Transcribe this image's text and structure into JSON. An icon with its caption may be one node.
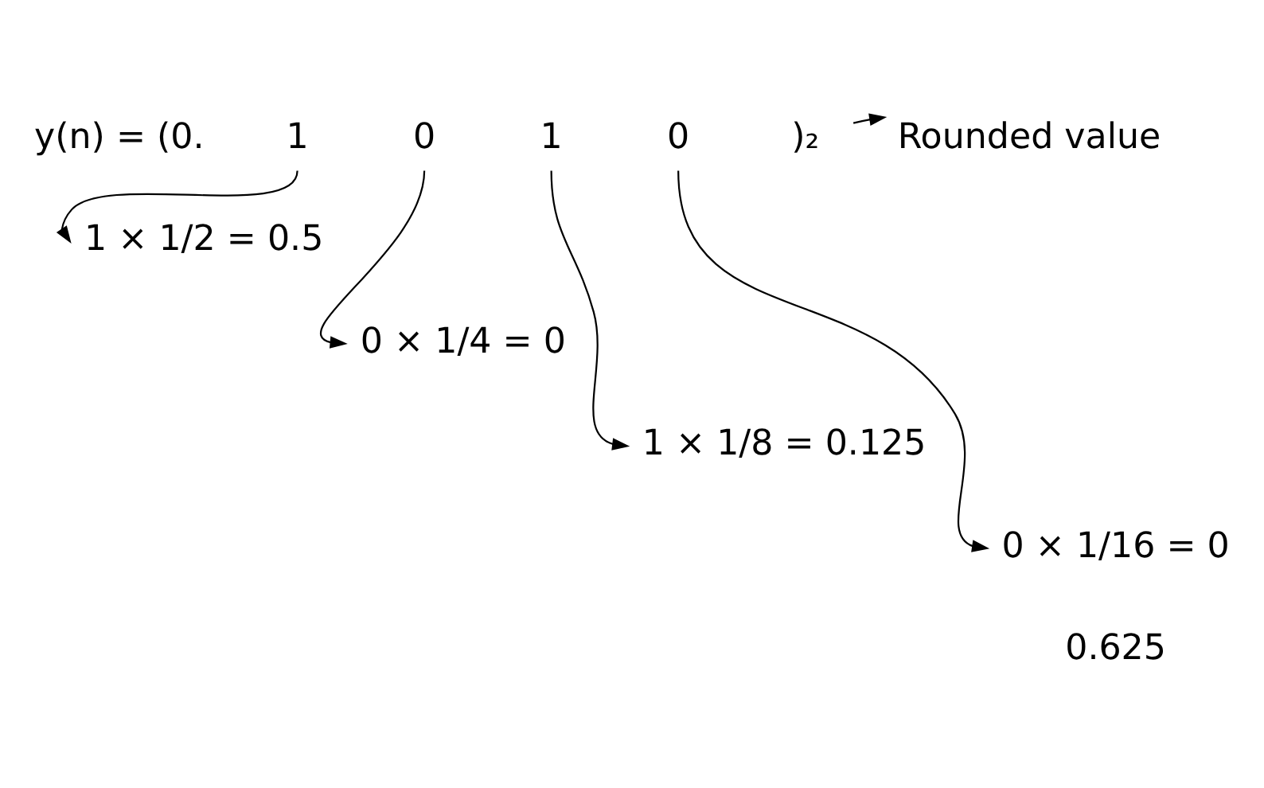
{
  "diagram": {
    "nodes": [
      {
        "text": [
          "y(n) = (0."
        ]
      },
      {
        "text": [
          "1"
        ]
      },
      {
        "text": [
          "0"
        ]
      },
      {
        "text": [
          "1"
        ]
      },
      {
        "text": [
          "0"
        ]
      },
      {
        "text": [
          ")₂"
        ]
      },
      {
        "text": [
          "Rounded value"
        ]
      },
      {
        "text": [
          "1 × 1/2 = 0.5"
        ]
      },
      {
        "text": [
          "0 × 1/4 = 0"
        ]
      },
      {
        "text": [
          "1 × 1/8 = 0.125"
        ]
      },
      {
        "text": [
          "0 × 1/16 = 0"
        ]
      }
    ],
    "edges": [
      {
        "from": 5,
        "to": 6,
        "arrow": "to"
      },
      {
        "from": 1,
        "to": 7,
        "arrow": "to"
      },
      {
        "from": 2,
        "to": 8,
        "arrow": "to"
      },
      {
        "from": 3,
        "to": 9,
        "arrow": "to"
      },
      {
        "from": 4,
        "to": 10,
        "arrow": "to"
      }
    ],
    "labels": [
      "0.625"
    ]
  }
}
